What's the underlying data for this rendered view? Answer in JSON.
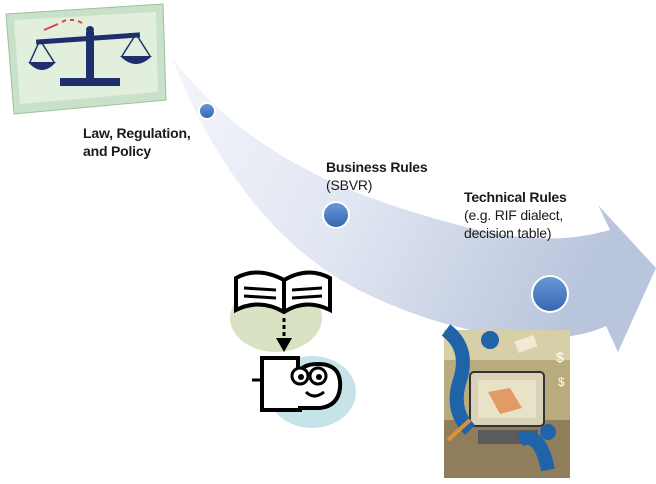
{
  "stages": [
    {
      "title": "Law, Regulation,",
      "title2": "and Policy",
      "sub": ""
    },
    {
      "title": "Business Rules",
      "sub": "(SBVR)"
    },
    {
      "title": "Technical Rules",
      "sub": "(e.g. RIF dialect,",
      "sub2": "decision table)"
    }
  ],
  "colors": {
    "arrow_light": "#dfe5f1",
    "arrow_dark": "#b4c0d9",
    "dot": "#4a7bc4",
    "dot_ring": "#ffffff"
  },
  "icons": [
    "scales-of-justice-icon",
    "open-book-icon",
    "reader-face-icon",
    "computer-collage-icon"
  ]
}
